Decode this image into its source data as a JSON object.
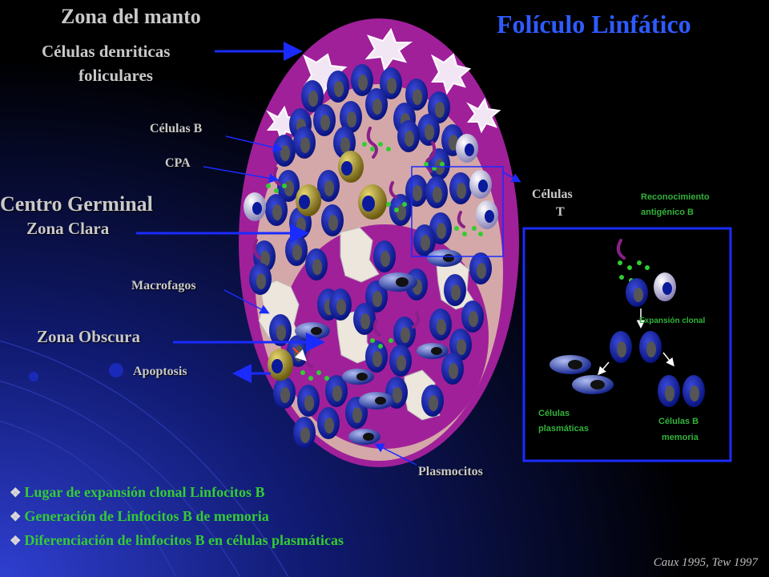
{
  "title": "Folículo Linfático",
  "labels": {
    "zona_manto": "Zona del manto",
    "dendriticas_1": "Células denriticas",
    "dendriticas_2": "foliculares",
    "celulas_b": "Células B",
    "cpa": "CPA",
    "centro_germinal": "Centro Germinal",
    "zona_clara": "Zona Clara",
    "macrofagos": "Macrofagos",
    "zona_obscura": "Zona Obscura",
    "apoptosis": "Apoptosis",
    "plasmocitos": "Plasmocitos",
    "celulas_t_1": "Células",
    "celulas_t_2": "T"
  },
  "inset": {
    "reconocimiento_1": "Reconocimiento",
    "reconocimiento_2": "antigénico  B",
    "expansion": "Expansión clonal",
    "plasmaticas_1": "Células",
    "plasmaticas_2": "plasmáticas",
    "memoria_1": "Células B",
    "memoria_2": "memoria"
  },
  "bullets": [
    "Lugar de expansión clonal Linfocitos B",
    "Generación de Linfocitos B de memoria",
    "Diferenciación de linfocitos B en células plasmáticas"
  ],
  "citation": "Caux 1995, Tew 1997",
  "colors": {
    "title": "#2e5bff",
    "bullet_text": "#33cc33",
    "label": "#c9c9c9",
    "mantle": "#a0209a",
    "inner": "#d4a8a8",
    "b_cell": "#0a1a9a",
    "arrow": "#1a2bff"
  }
}
